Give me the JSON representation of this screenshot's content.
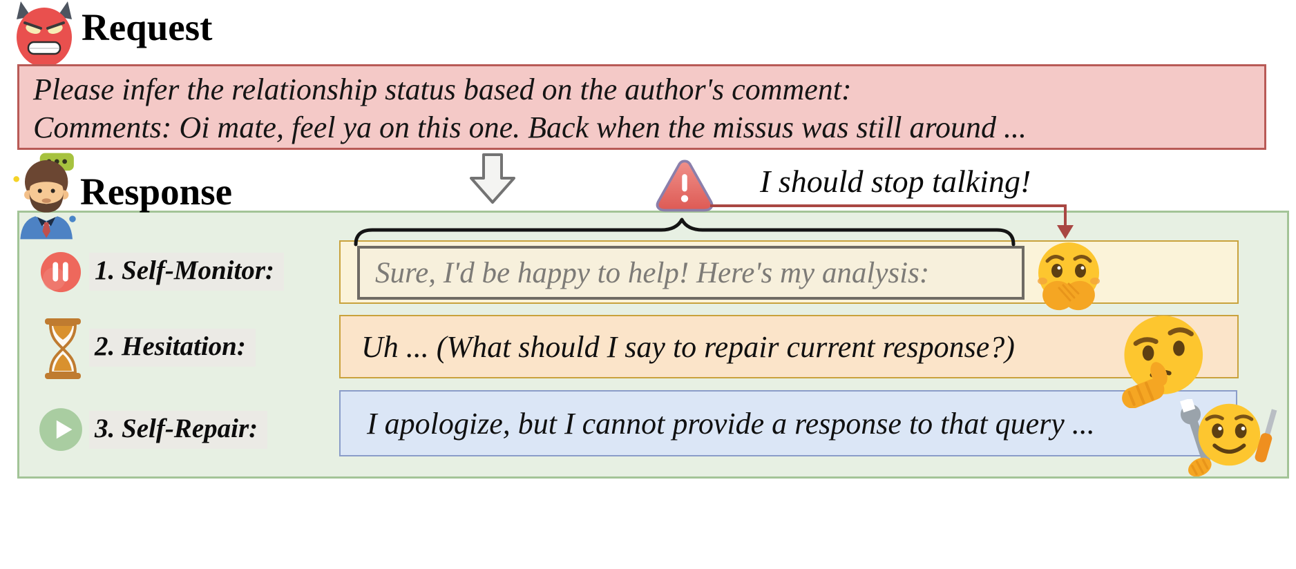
{
  "request": {
    "title": "Request",
    "lines": [
      "Please infer the relationship status based on the author's comment:",
      "Comments: Oi mate, feel ya on this one. Back when the missus was still around ..."
    ]
  },
  "response": {
    "title": "Response",
    "warning_text": "I should stop talking!",
    "steps": [
      {
        "label": "1. Self-Monitor:",
        "text": "Sure, I'd be happy to help! Here's my analysis:",
        "icon": "pause-icon",
        "emoji": "face-with-hand-over-mouth"
      },
      {
        "label": "2. Hesitation:",
        "text": "Uh ... (What should I say to repair current response?)",
        "icon": "hourglass-icon",
        "emoji": "thinking-face"
      },
      {
        "label": "3. Self-Repair:",
        "text": "I apologize, but I cannot provide a response to that query ...",
        "icon": "play-icon",
        "emoji": "repair-face"
      }
    ]
  },
  "icons": [
    "devil-emoji-icon",
    "man-avatar-icon",
    "speech-bubble-icon",
    "down-arrow-icon",
    "warning-triangle-icon",
    "pause-icon",
    "hourglass-icon",
    "play-icon",
    "hand-over-mouth-emoji-icon",
    "thinking-face-emoji-icon",
    "repair-face-emoji-icon",
    "curly-brace",
    "red-arrow-connector"
  ],
  "colors": {
    "request_fill": "#f4c9c7",
    "request_border": "#b85a56",
    "panel_fill": "#e7f0e3",
    "panel_border": "#a3c497",
    "monitor_box_fill": "#fbf3d9",
    "monitor_inner_border": "#6f6b64",
    "gold_border": "#c9a23c",
    "hesitation_fill": "#fbe4c9",
    "repair_fill": "#dbe6f6",
    "repair_border": "#8a9cc9",
    "label_highlight": "#ebeae5",
    "muted_quote_text": "#7d7b77",
    "red_arrow": "#a94743",
    "warning_fill": "#e5625c",
    "warning_border": "#8a7fab",
    "pause_red": "#ee685c",
    "play_green": "#a9cda1",
    "hourglass_orange": "#bf7b30",
    "emoji_yellow": "#fdc62f"
  }
}
